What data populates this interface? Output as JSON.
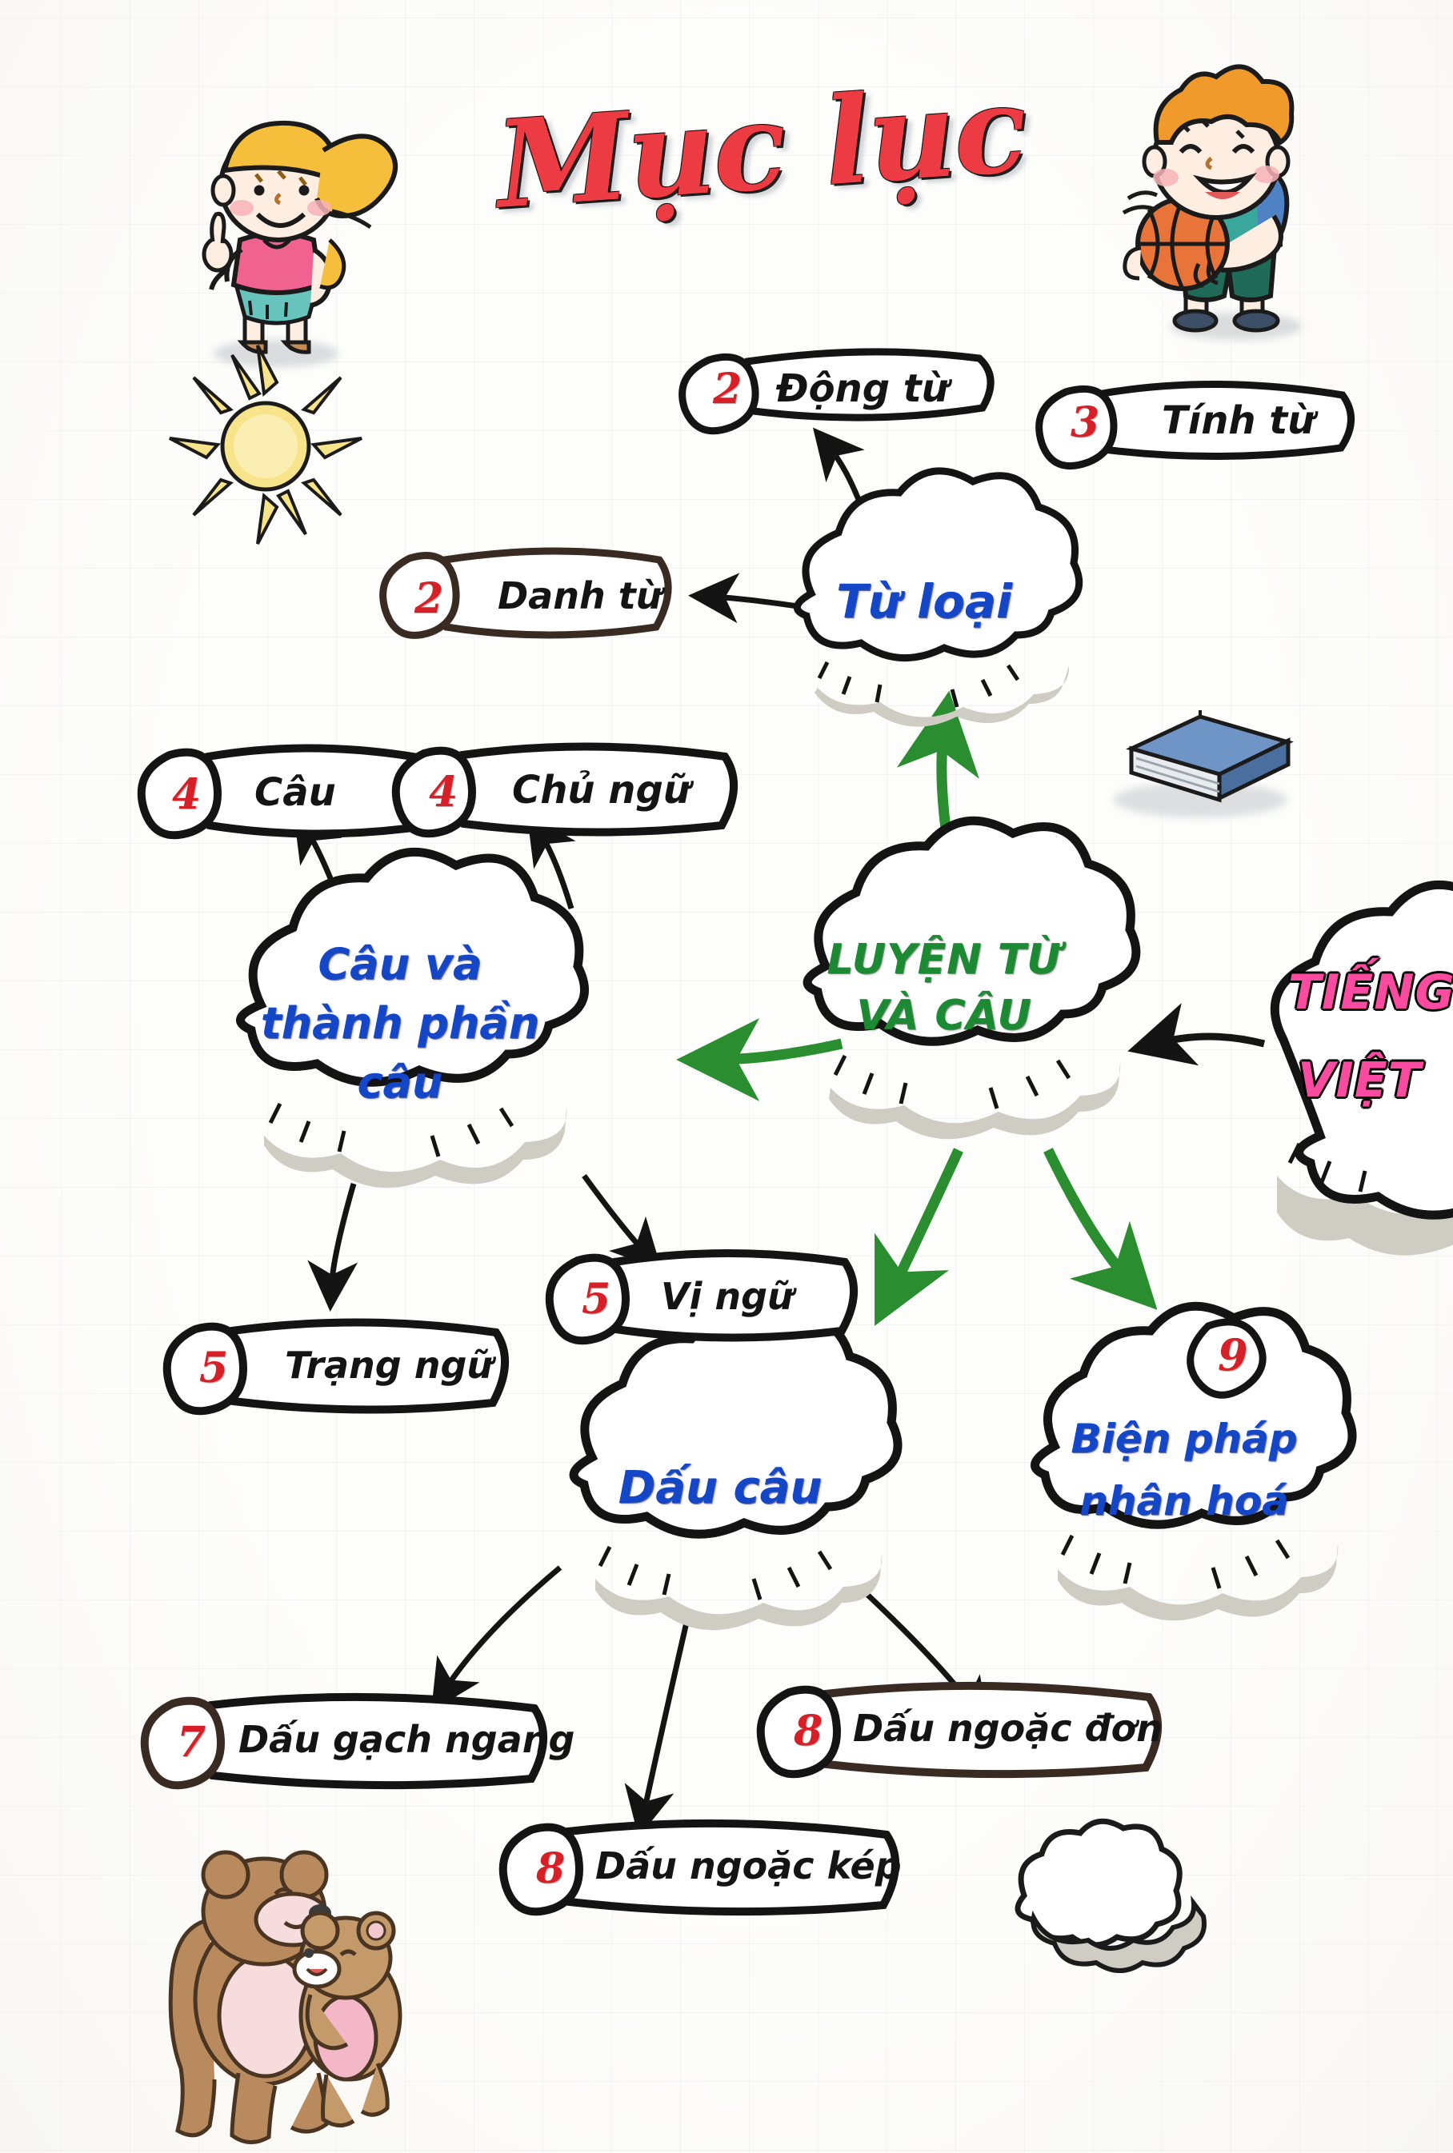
{
  "page": {
    "title": "Mục lục",
    "background_color": "#fdfdfb",
    "accent_red": "#d61f26",
    "accent_blue": "#1446c8",
    "accent_green": "#1c8a32",
    "accent_pink": "#fb4ba0"
  },
  "root": {
    "label_line1": "TIẾNG",
    "label_line2": "VIỆT"
  },
  "center": {
    "label_line1": "LUYỆN TỪ",
    "label_line2": "VÀ CÂU"
  },
  "branches": [
    {
      "id": "tu-loai",
      "label": "Từ loại",
      "children": [
        {
          "page": "2",
          "label": "Danh từ"
        },
        {
          "page": "2",
          "label": "Động từ"
        },
        {
          "page": "3",
          "label": "Tính từ"
        }
      ]
    },
    {
      "id": "cau-va-thanh-phan-cau",
      "label_line1": "Câu và",
      "label_line2": "thành phần",
      "label_line3": "câu",
      "children": [
        {
          "page": "4",
          "label": "Câu"
        },
        {
          "page": "4",
          "label": "Chủ ngữ"
        },
        {
          "page": "5",
          "label": "Vị ngữ"
        },
        {
          "page": "5",
          "label": "Trạng ngữ"
        }
      ]
    },
    {
      "id": "dau-cau",
      "label": "Dấu câu",
      "children": [
        {
          "page": "7",
          "label": "Dấu gạch ngang"
        },
        {
          "page": "8",
          "label": "Dấu ngoặc kép"
        },
        {
          "page": "8",
          "label": "Dấu ngoặc đơn"
        }
      ]
    },
    {
      "id": "bien-phap-nhan-hoa",
      "page": "9",
      "label_line1": "Biện pháp",
      "label_line2": "nhân hoá"
    }
  ],
  "decorations": [
    {
      "name": "girl-pointing-illustration"
    },
    {
      "name": "sun-illustration"
    },
    {
      "name": "boy-with-basketball-illustration"
    },
    {
      "name": "book-illustration"
    },
    {
      "name": "bears-illustration"
    },
    {
      "name": "blank-cloud-illustration"
    }
  ]
}
